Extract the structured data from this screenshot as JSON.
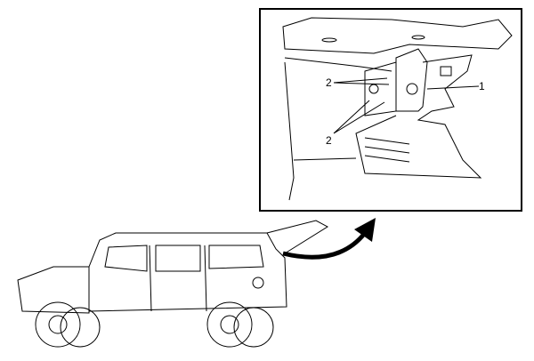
{
  "diagram": {
    "callouts": [
      {
        "id": "1",
        "text": "1"
      },
      {
        "id": "2a",
        "text": "2"
      },
      {
        "id": "2b",
        "text": "2"
      }
    ]
  }
}
